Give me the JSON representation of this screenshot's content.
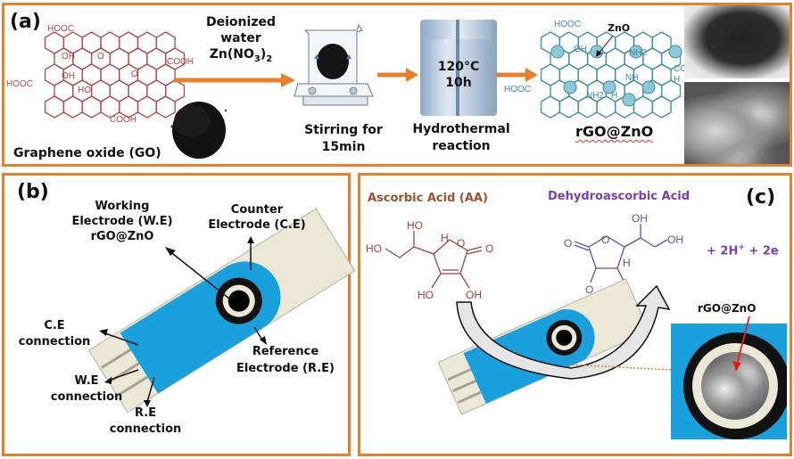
{
  "panel_a": {
    "label": "(a)",
    "go_caption": "Graphene oxide (GO)",
    "go_groups": [
      "HOOC",
      "OH",
      "OH",
      "O",
      "O",
      "COOH",
      "HOOC",
      "HO",
      "COOH"
    ],
    "reagent_line1": "Deionized",
    "reagent_line2": "water",
    "reagent_formula_main": "Zn(NO",
    "reagent_formula_sub1": "3",
    "reagent_formula_close": ")",
    "reagent_formula_sub2": "2",
    "stir_line1": "Stirring for",
    "stir_line2": "15min",
    "autoclave_temp": "120°C",
    "autoclave_time": "10h",
    "hydro_line1": "Hydrothermal",
    "hydro_line2": "reaction",
    "product_caption": "rGO@ZnO",
    "zno_label": "ZnO",
    "rgo_groups": [
      "HOOC",
      "OH",
      "HOOC",
      "COO",
      "H",
      "NH2",
      "NH",
      "H",
      "NH2"
    ],
    "colors": {
      "go_structure": "#B04848",
      "rgo_structure": "#3A8CA0",
      "arrow": "#E8802A",
      "border": "#E8802A"
    }
  },
  "panel_b": {
    "label": "(b)",
    "working_line1": "Working",
    "working_line2": "Electrode (W.E)",
    "working_line3": "rGO@ZnO",
    "counter_line1": "Counter",
    "counter_line2": "Electrode (C.E)",
    "reference_line1": "Reference",
    "reference_line2": "Electrode (R.E)",
    "ce_conn_line1": "C.E",
    "ce_conn_line2": "connection",
    "we_conn_line1": "W.E",
    "we_conn_line2": "connection",
    "re_conn_line1": "R.E",
    "re_conn_line2": "connection",
    "colors": {
      "electrode_blue": "#1AA0DC",
      "strip": "#ECE8D8"
    }
  },
  "panel_c": {
    "label": "(c)",
    "aa_title": "Ascorbic Acid (AA)",
    "aa_groups": [
      "HO",
      "HO",
      "H",
      "O",
      "O",
      "HO",
      "OH"
    ],
    "dha_title": "Dehydroascorbic Acid",
    "dha_groups": [
      "OH",
      "OH",
      "O",
      "O",
      "H",
      "O",
      "O"
    ],
    "products_prefix": "+ 2H",
    "products_sup": "+",
    "products_suffix": " + 2e",
    "inset_label": "rGO@ZnO",
    "colors": {
      "aa": "#A04040",
      "aa_title": "#A0522D",
      "dha": "#6A4C9C",
      "dha_title": "#7A3FA8",
      "inset_arrow": "#E02020",
      "dotted_line": "#E8802A"
    }
  }
}
